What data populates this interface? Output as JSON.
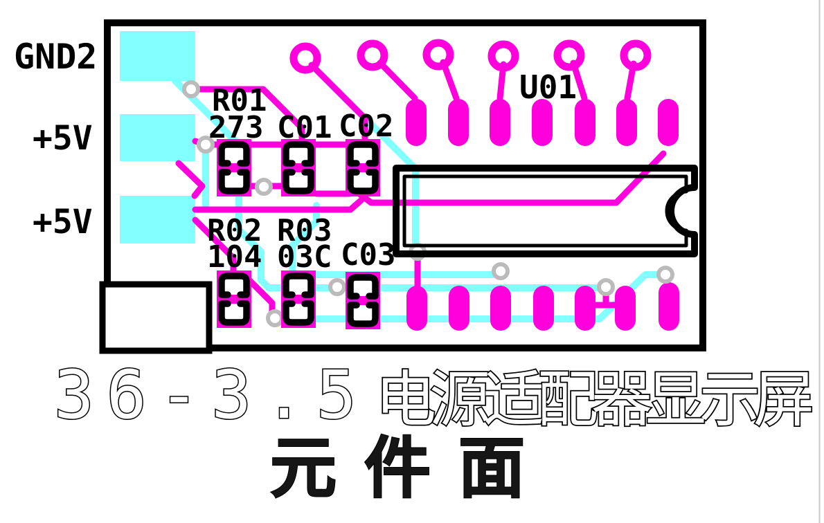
{
  "meta": {
    "description_visible": "PCB component-side layout drawing",
    "colors": {
      "top_copper": "#ff00dc",
      "bottom_copper": "#82ffff",
      "silkscreen": "#000000",
      "via_ring": "#bbbbbb",
      "background": "#ffffff"
    }
  },
  "net_labels": [
    {
      "text": "GND2"
    },
    {
      "text": "+5V"
    },
    {
      "text": "+5V"
    }
  ],
  "components": [
    {
      "ref": "R01",
      "value": "273"
    },
    {
      "ref": "C01",
      "value": ""
    },
    {
      "ref": "C02",
      "value": ""
    },
    {
      "ref": "R02",
      "value": "104"
    },
    {
      "ref": "R03",
      "value": "03C"
    },
    {
      "ref": "C03",
      "value": ""
    },
    {
      "ref": "U01",
      "value": ""
    }
  ],
  "title": {
    "number": "36-3.5",
    "name_cn": "电源适配器显示屏",
    "side_cn": "元件面"
  }
}
